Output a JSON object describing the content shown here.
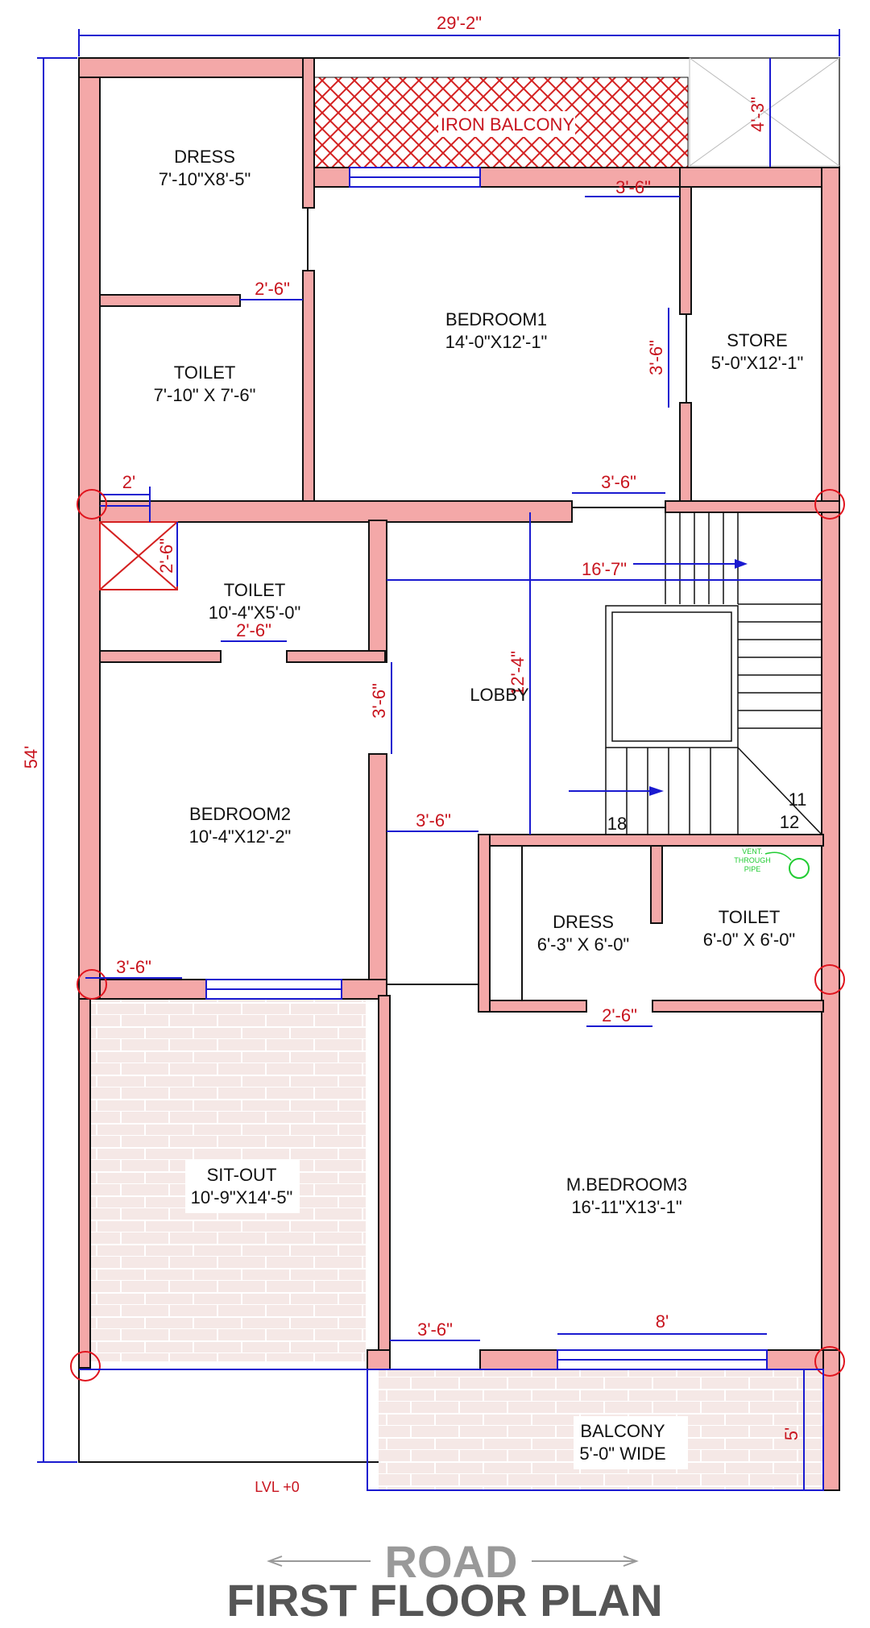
{
  "overall": {
    "width_label": "29'-2\"",
    "depth_label": "54'"
  },
  "rooms": {
    "dress1": {
      "name": "DRESS",
      "size": "7'-10\"X8'-5\""
    },
    "toilet1": {
      "name": "TOILET",
      "size": "7'-10\" X 7'-6\""
    },
    "bedroom1": {
      "name": "BEDROOM1",
      "size": "14'-0\"X12'-1\""
    },
    "store": {
      "name": "STORE",
      "size": "5'-0\"X12'-1\""
    },
    "toilet2": {
      "name": "TOILET",
      "size": "10'-4\"X5'-0\""
    },
    "lobby": {
      "name": "LOBBY"
    },
    "bedroom2": {
      "name": "BEDROOM2",
      "size": "10'-4\"X12'-2\""
    },
    "dress2": {
      "name": "DRESS",
      "size": "6'-3\" X 6'-0\""
    },
    "toilet3": {
      "name": "TOILET",
      "size": "6'-0\" X 6'-0\""
    },
    "sitout": {
      "name": "SIT-OUT",
      "size": "10'-9\"X14'-5\""
    },
    "mbedroom3": {
      "name": "M.BEDROOM3",
      "size": "16'-11\"X13'-1\""
    },
    "balcony": {
      "name": "BALCONY",
      "size": "5'-0\" WIDE"
    }
  },
  "iron_balcony_label": "IRON BALCONY",
  "dimensions": {
    "cutout_h": "4'-3\"",
    "bed1_door_top": "3'-6\"",
    "dress_door": "2'-6\"",
    "bed1_side_door": "3'-6\"",
    "bed1_bottom_door": "3'-6\"",
    "duct_w": "2'",
    "duct_h": "2'-6\"",
    "lobby_width": "16'-7\"",
    "toilet2_door": "2'-6\"",
    "lobby_depth": "12'-4\"",
    "bed2_door": "3'-6\"",
    "mbed_door_top": "3'-6\"",
    "sitout_door": "3'-6\"",
    "dress2_door": "2'-6\"",
    "mbed_door": "3'-6\"",
    "window_8": "8'",
    "balcony_5": "5'"
  },
  "stair_numbers": {
    "s11": "11",
    "s12": "12",
    "s18": "18"
  },
  "vent_note": [
    "VENT.",
    "THROUGH",
    "PIPE"
  ],
  "level_label": "LVL +0",
  "road_label": "ROAD",
  "plan_title": "FIRST FLOOR PLAN",
  "colors": {
    "wall": "#f4a8a8",
    "dimension_line": "#1a1ad0",
    "dimension_text": "#c8141e",
    "column_marker": "#e0141e",
    "paving": "#f5e8e6",
    "vent": "#22cc33"
  }
}
